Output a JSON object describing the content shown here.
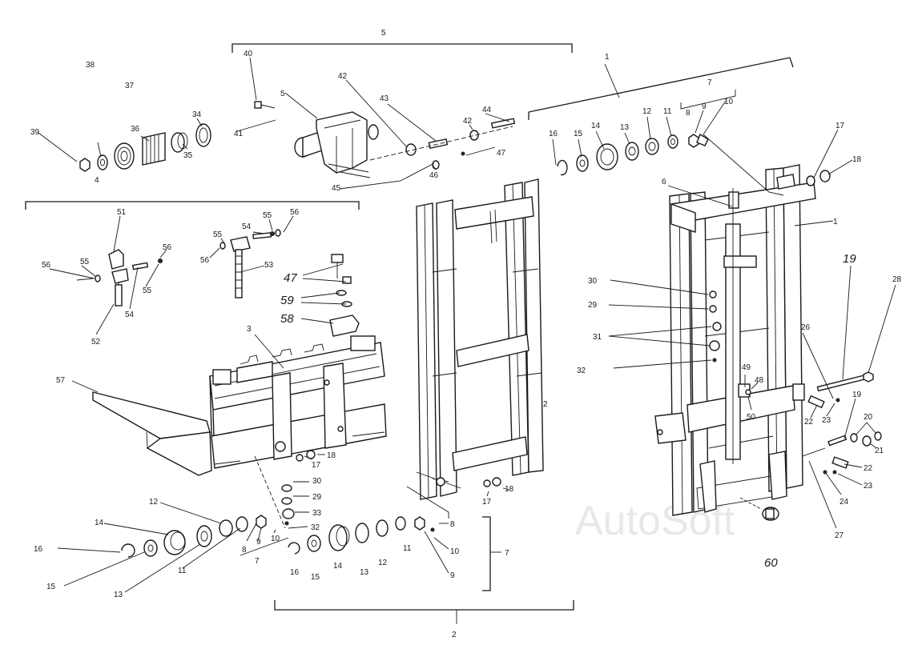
{
  "watermark": "AutoSoft",
  "labels": {
    "l1a": "1",
    "l1b": "1",
    "l2": "2",
    "l2b": "2",
    "l3": "3",
    "l4": "4",
    "l5": "5",
    "l5b": "5",
    "l6": "6",
    "l7a": "7",
    "l7b": "7",
    "l7c": "7",
    "l8a": "8",
    "l8b": "8",
    "l8c": "8",
    "l9a": "9",
    "l9b": "9",
    "l9c": "9",
    "l10a": "10",
    "l10b": "10",
    "l10c": "10",
    "l11a": "11",
    "l11b": "11",
    "l11c": "11",
    "l12a": "12",
    "l12b": "12",
    "l12c": "12",
    "l13a": "13",
    "l13b": "13",
    "l13c": "13",
    "l14a": "14",
    "l14b": "14",
    "l14c": "14",
    "l15a": "15",
    "l15b": "15",
    "l15c": "15",
    "l16a": "16",
    "l16b": "16",
    "l16c": "16",
    "l17a": "17",
    "l17b": "17",
    "l17c": "17",
    "l18a": "18",
    "l18b": "18",
    "l18c": "18",
    "l19a": "19",
    "l19b": "19",
    "l20": "20",
    "l21": "21",
    "l22a": "22",
    "l22b": "22",
    "l23a": "23",
    "l23b": "23",
    "l24": "24",
    "l26": "26",
    "l27": "27",
    "l28": "28",
    "l29a": "29",
    "l29b": "29",
    "l30a": "30",
    "l30b": "30",
    "l31": "31",
    "l32a": "32",
    "l32b": "32",
    "l33": "33",
    "l34": "34",
    "l35": "35",
    "l36": "36",
    "l37": "37",
    "l38": "38",
    "l39": "39",
    "l40": "40",
    "l41": "41",
    "l42a": "42",
    "l42b": "42",
    "l43": "43",
    "l44": "44",
    "l45": "45",
    "l46": "46",
    "l47a": "47",
    "l47b": "47",
    "l48": "48",
    "l49": "49",
    "l50": "50",
    "l51": "51",
    "l52": "52",
    "l53": "53",
    "l54a": "54",
    "l54b": "54",
    "l55a": "55",
    "l55b": "55",
    "l55c": "55",
    "l55d": "55",
    "l56a": "56",
    "l56b": "56",
    "l56c": "56",
    "l56d": "56",
    "l57": "57",
    "l58": "58",
    "l59": "59",
    "l60": "60"
  }
}
